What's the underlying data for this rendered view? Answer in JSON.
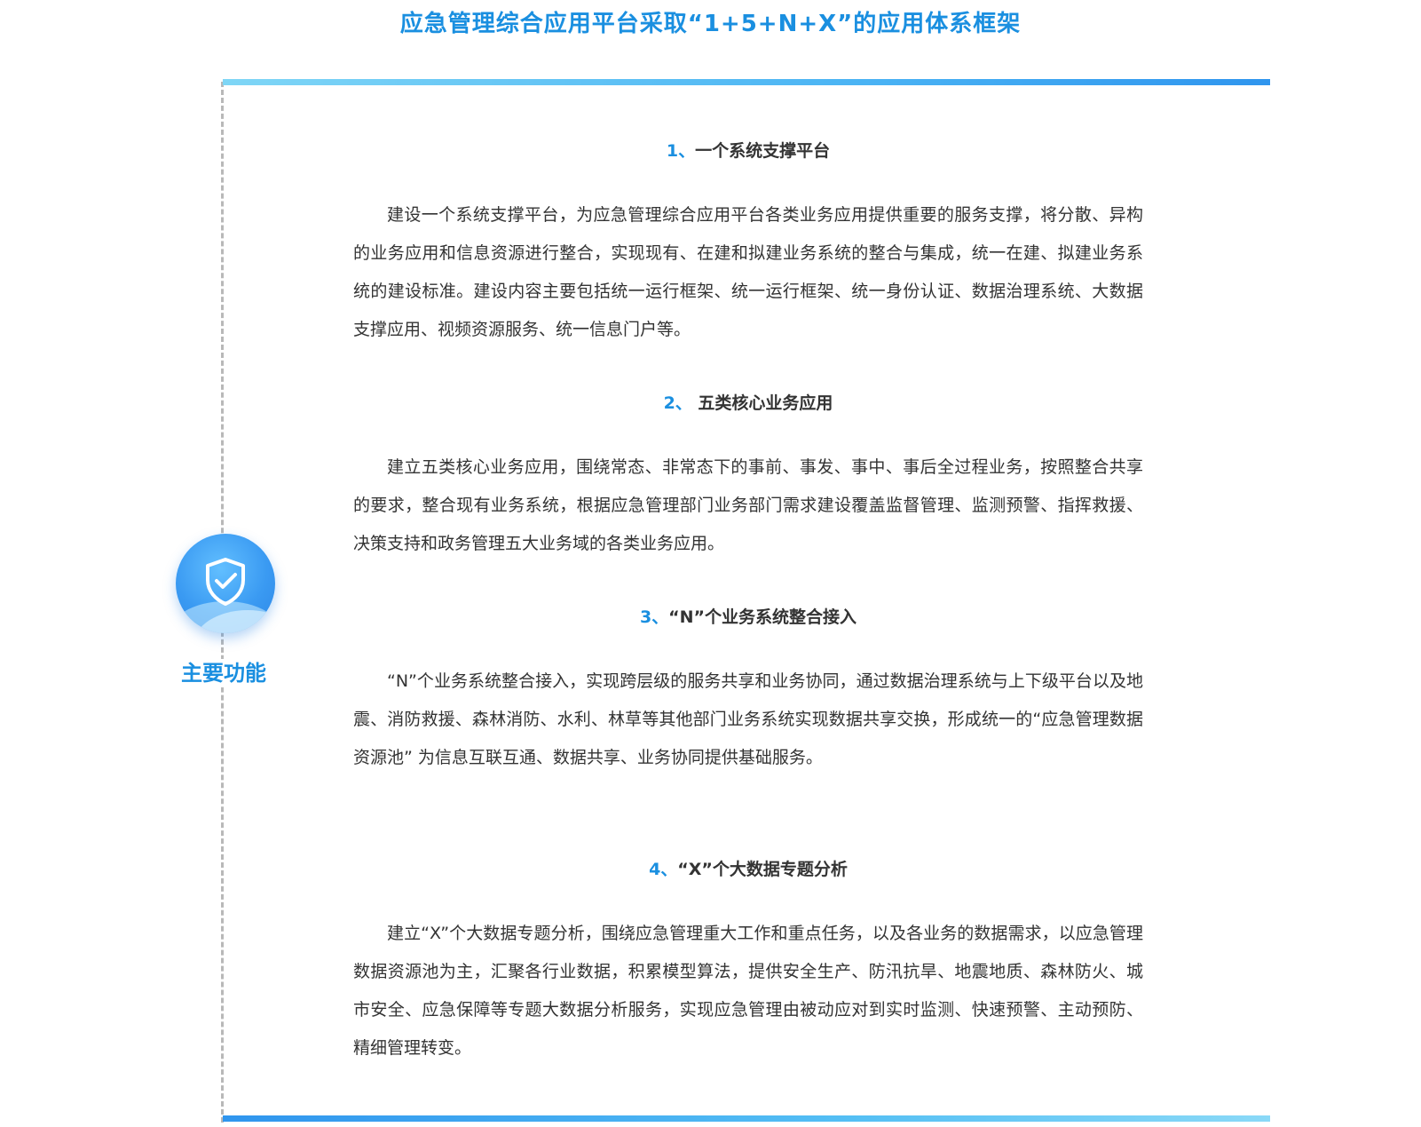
{
  "header": {
    "title": "应急管理综合应用平台采取“1+5+N+X”的应用体系框架"
  },
  "sidebar": {
    "label": "主要功能",
    "icon": "shield-check-icon"
  },
  "colors": {
    "accent": "#1a8fe0",
    "text": "#333333",
    "rail": "#b8b8b8"
  },
  "sections": [
    {
      "number": "1、",
      "heading": "一个系统支撑平台",
      "body": "建设一个系统支撑平台，为应急管理综合应用平台各类业务应用提供重要的服务支撑，将分散、异构的业务应用和信息资源进行整合，实现现有、在建和拟建业务系统的整合与集成，统一在建、拟建业务系统的建设标准。建设内容主要包括统一运行框架、统一运行框架、统一身份认证、数据治理系统、大数据支撑应用、视频资源服务、统一信息门户等。"
    },
    {
      "number": "2、",
      "heading": " 五类核心业务应用",
      "body": "建立五类核心业务应用，围绕常态、非常态下的事前、事发、事中、事后全过程业务，按照整合共享的要求，整合现有业务系统，根据应急管理部门业务部门需求建设覆盖监督管理、监测预警、指挥救援、决策支持和政务管理五大业务域的各类业务应用。"
    },
    {
      "number": "3、",
      "heading": "“N”个业务系统整合接入",
      "body": "“N”个业务系统整合接入，实现跨层级的服务共享和业务协同，通过数据治理系统与上下级平台以及地震、消防救援、森林消防、水利、林草等其他部门业务系统实现数据共享交换，形成统一的“应急管理数据资源池” 为信息互联互通、数据共享、业务协同提供基础服务。"
    },
    {
      "number": "4、",
      "heading": "“X”个大数据专题分析",
      "body": "建立“X”个大数据专题分析，围绕应急管理重大工作和重点任务，以及各业务的数据需求，以应急管理数据资源池为主，汇聚各行业数据，积累模型算法，提供安全生产、防汛抗旱、地震地质、森林防火、城市安全、应急保障等专题大数据分析服务，实现应急管理由被动应对到实时监测、快速预警、主动预防、精细管理转变。"
    }
  ]
}
